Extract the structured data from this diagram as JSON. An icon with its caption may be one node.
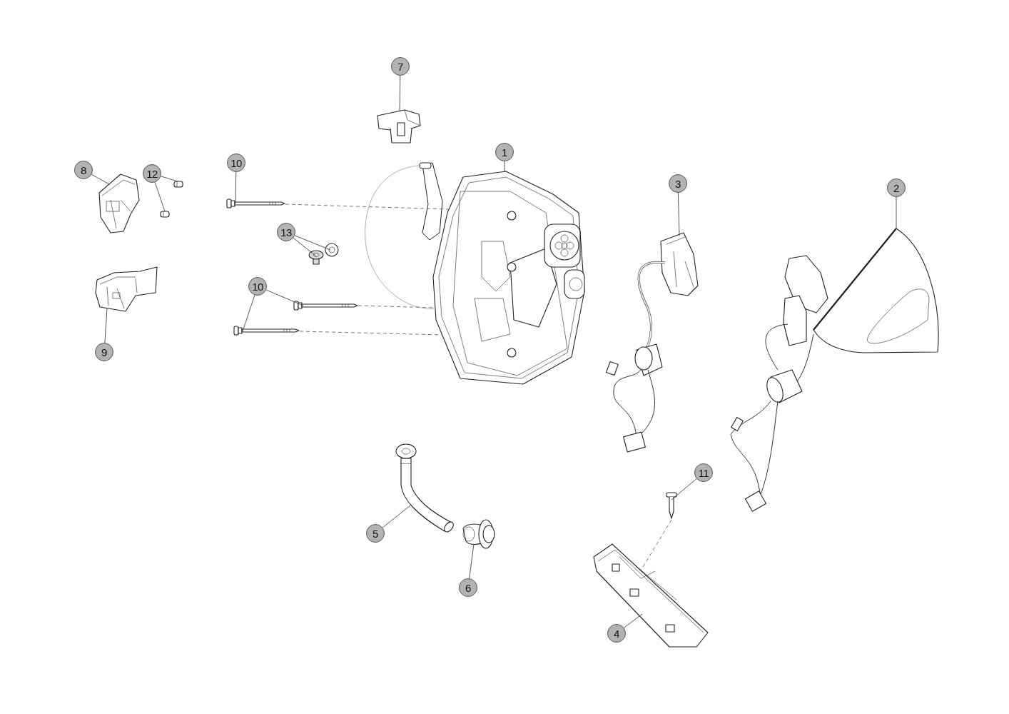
{
  "diagram": {
    "nodes": [
      {
        "text": [
          "7"
        ]
      },
      {
        "text": [
          "1"
        ]
      },
      {
        "text": [
          "8"
        ]
      },
      {
        "text": [
          "12"
        ]
      },
      {
        "text": [
          "10"
        ]
      },
      {
        "text": [
          "3"
        ]
      },
      {
        "text": [
          "2"
        ]
      },
      {
        "text": [
          "13"
        ]
      },
      {
        "text": [
          "10"
        ]
      },
      {
        "text": [
          "9"
        ]
      },
      {
        "text": [
          "11"
        ]
      },
      {
        "text": [
          "5"
        ]
      },
      {
        "text": [
          "6"
        ]
      },
      {
        "text": [
          "4"
        ]
      },
      {
        "text": [],
        "shape": "picture"
      },
      {
        "text": [],
        "shape": "picture"
      },
      {
        "text": [],
        "shape": "picture"
      },
      {
        "text": [],
        "shape": "picture"
      },
      {
        "text": [],
        "shape": "picture"
      },
      {
        "text": [],
        "shape": "picture"
      },
      {
        "text": [],
        "shape": "picture"
      },
      {
        "text": [],
        "shape": "picture"
      },
      {
        "text": [],
        "shape": "picture"
      },
      {
        "text": [],
        "shape": "picture"
      },
      {
        "text": [],
        "shape": "picture"
      },
      {
        "text": [],
        "shape": "picture"
      },
      {
        "text": [],
        "shape": "picture"
      },
      {
        "text": [],
        "shape": "picture"
      },
      {
        "text": [],
        "shape": "picture"
      },
      {
        "text": [],
        "shape": "picture"
      },
      {
        "text": [],
        "shape": "picture"
      }
    ],
    "edges": [
      {
        "from": 0,
        "to": 14,
        "arrow": "none"
      },
      {
        "from": 1,
        "to": 15,
        "arrow": "none"
      },
      {
        "from": 2,
        "to": 16,
        "arrow": "none"
      },
      {
        "from": 3,
        "to": 17,
        "arrow": "none"
      },
      {
        "from": 3,
        "to": 18,
        "arrow": "none"
      },
      {
        "from": 4,
        "to": 19,
        "arrow": "none"
      },
      {
        "from": 5,
        "to": 20,
        "arrow": "none"
      },
      {
        "from": 6,
        "to": 21,
        "arrow": "none"
      },
      {
        "from": 7,
        "to": 22,
        "arrow": "none"
      },
      {
        "from": 7,
        "to": 23,
        "arrow": "none"
      },
      {
        "from": 8,
        "to": 24,
        "arrow": "none"
      },
      {
        "from": 8,
        "to": 25,
        "arrow": "none"
      },
      {
        "from": 9,
        "to": 26,
        "arrow": "none"
      },
      {
        "from": 10,
        "to": 27,
        "arrow": "none"
      },
      {
        "from": 11,
        "to": 28,
        "arrow": "none"
      },
      {
        "from": 12,
        "to": 29,
        "arrow": "none"
      },
      {
        "from": 13,
        "to": 30,
        "arrow": "none"
      },
      {
        "from": 19,
        "to": 15,
        "arrow": "none",
        "style": "dashed"
      },
      {
        "from": 24,
        "to": 15,
        "arrow": "none",
        "style": "dashed"
      },
      {
        "from": 25,
        "to": 15,
        "arrow": "none",
        "style": "dashed"
      },
      {
        "from": 27,
        "to": 30,
        "arrow": "none",
        "style": "dashed"
      }
    ]
  }
}
